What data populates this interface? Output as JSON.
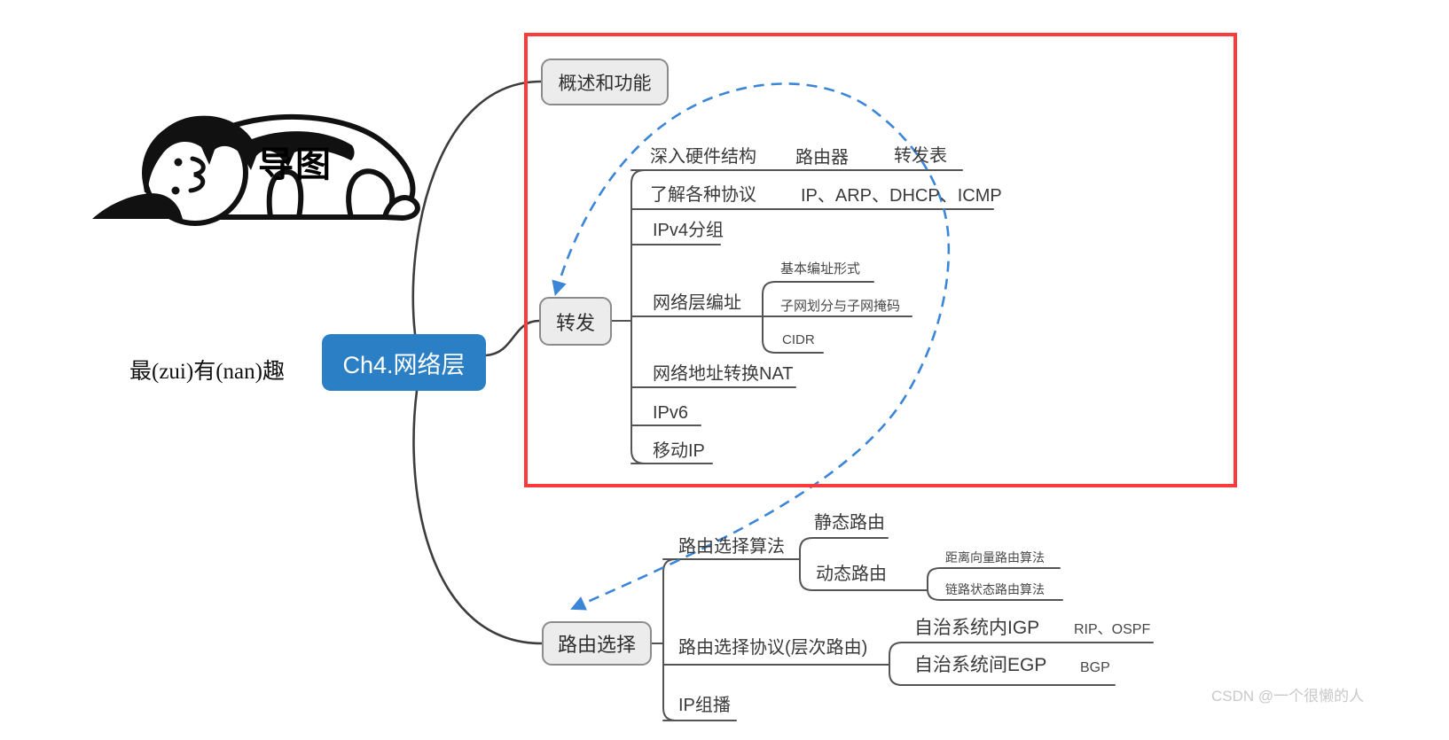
{
  "page": {
    "watermark": "CSDN @一个很懒的人"
  },
  "decorations": {
    "doodle_label": "导图",
    "side_note": "最(zui)有(nan)趣",
    "doodle": "lazy-person-lying-down-cartoon"
  },
  "colors": {
    "root_fill": "#2a7fc5",
    "highlight_red": "#fb3b3b",
    "dashed_arrow_blue": "#3c86d8",
    "node_fill": "#ececec",
    "node_border": "#8b8b8b",
    "connector": "#4a4a4a",
    "watermark_gray": "#c9c9c9"
  },
  "mindmap": {
    "root": {
      "label": "Ch4.网络层"
    },
    "branches": [
      {
        "label": "概述和功能",
        "children": []
      },
      {
        "label": "转发",
        "children": [
          {
            "label": "深入硬件结构",
            "children": [
              {
                "label": "路由器"
              },
              {
                "label": "转发表"
              }
            ]
          },
          {
            "label": "了解各种协议",
            "children": [
              {
                "label": "IP、ARP、DHCP、ICMP"
              }
            ]
          },
          {
            "label": "IPv4分组"
          },
          {
            "label": "网络层编址",
            "children": [
              {
                "label": "基本编址形式"
              },
              {
                "label": "子网划分与子网掩码"
              },
              {
                "label": "CIDR"
              }
            ]
          },
          {
            "label": "网络地址转换NAT"
          },
          {
            "label": "IPv6"
          },
          {
            "label": "移动IP"
          }
        ]
      },
      {
        "label": "路由选择",
        "children": [
          {
            "label": "路由选择算法",
            "children": [
              {
                "label": "静态路由"
              },
              {
                "label": "动态路由",
                "children": [
                  {
                    "label": "距离向量路由算法"
                  },
                  {
                    "label": "链路状态路由算法"
                  }
                ]
              }
            ]
          },
          {
            "label": "路由选择协议(层次路由)",
            "children": [
              {
                "label": "自治系统内IGP",
                "children": [
                  {
                    "label": "RIP、OSPF"
                  }
                ]
              },
              {
                "label": "自治系统间EGP",
                "children": [
                  {
                    "label": "BGP"
                  }
                ]
              }
            ]
          },
          {
            "label": "IP组播"
          }
        ]
      }
    ]
  }
}
